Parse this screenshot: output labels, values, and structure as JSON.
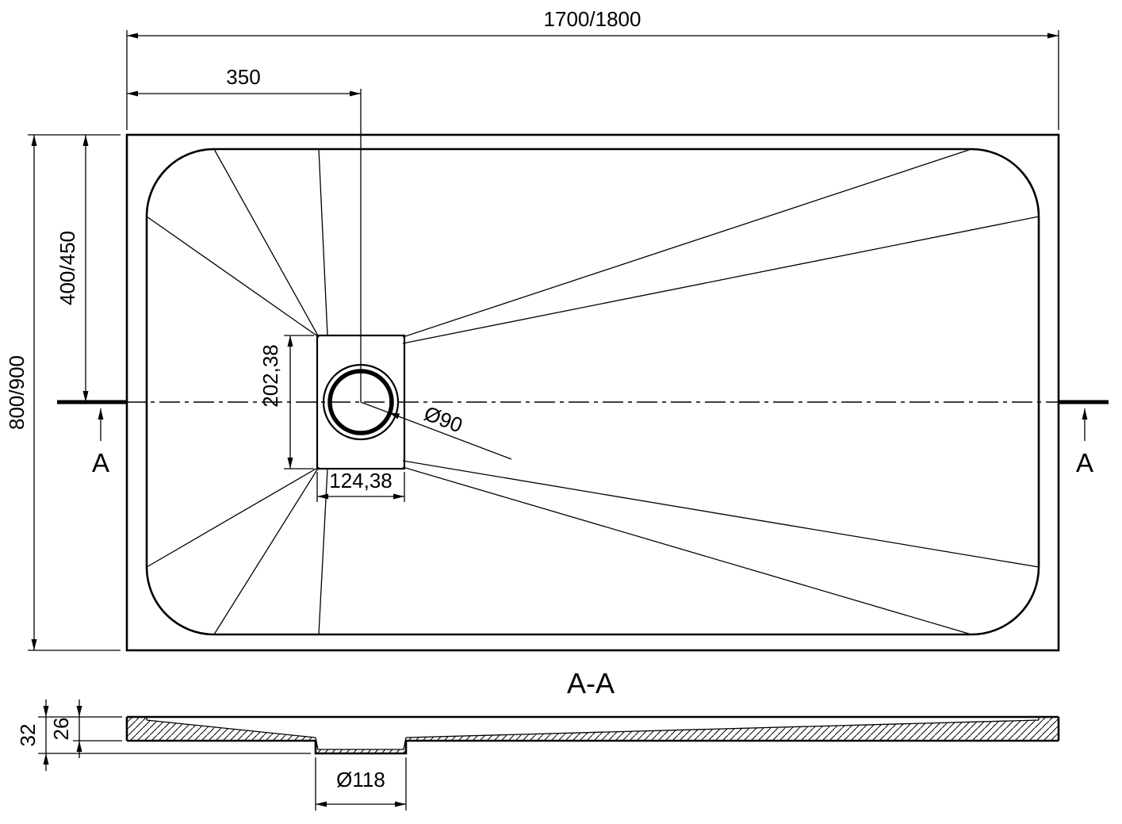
{
  "colors": {
    "line": "#000000",
    "background": "#ffffff"
  },
  "top_view": {
    "dim_overall_length": "1700/1800",
    "dim_drain_from_left": "350",
    "dim_overall_width": "800/900",
    "dim_center_from_top": "400/450",
    "dim_recess_height": "202,38",
    "dim_recess_width": "124,38",
    "dim_drain_diameter": "Ø90",
    "section_label_left": "A",
    "section_label_right": "A"
  },
  "section_view": {
    "title": "A-A",
    "dim_total_height": "32",
    "dim_rim_height": "26",
    "dim_drain_hole_diameter": "Ø118"
  }
}
